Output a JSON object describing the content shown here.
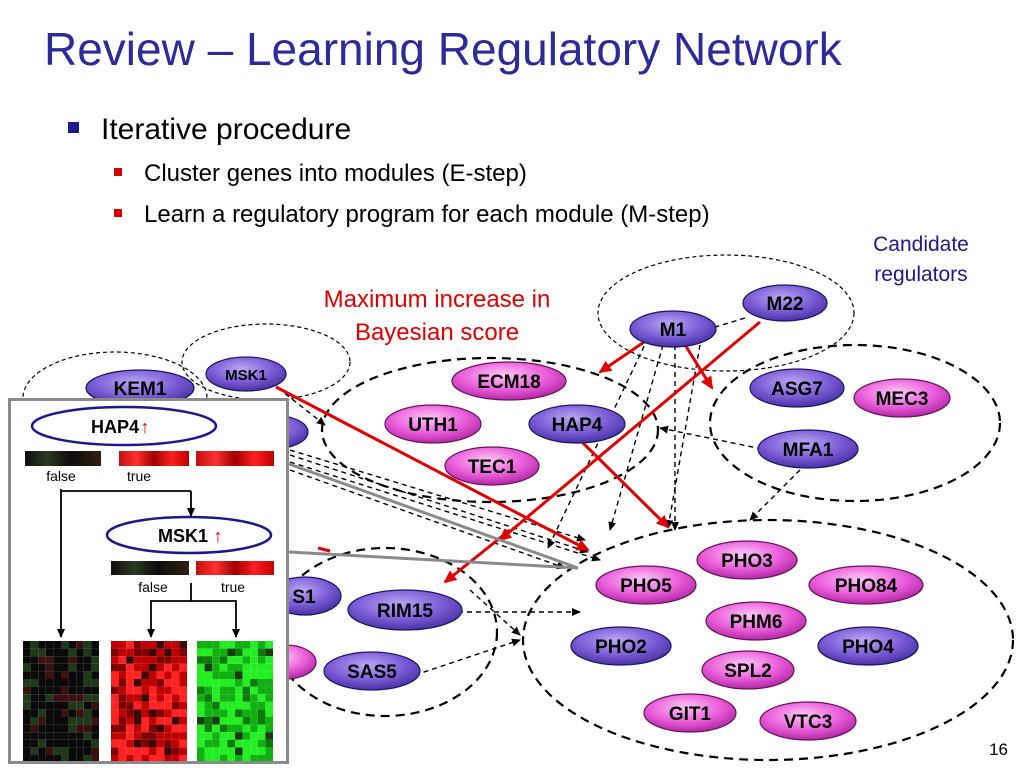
{
  "slide": {
    "title": "Review – Learning Regulatory Network",
    "bullet_main": "Iterative procedure",
    "sub_bullets": [
      "Cluster genes into modules (E-step)",
      "Learn a regulatory program for each module (M-step)"
    ],
    "candidate_label": [
      "Candidate",
      "regulators"
    ],
    "max_increase_label": [
      "Maximum increase in",
      "Bayesian score"
    ],
    "page_number": "16"
  },
  "network": {
    "regulators": {
      "m1": "M1",
      "m22": "M22",
      "msk1": "MSK1",
      "kem1": "KEM1",
      "hap4": "HAP4",
      "asg7": "ASG7",
      "mfa1": "MFA1",
      "rim15": "RIM15",
      "sas5": "SAS5",
      "pho2": "PHO2",
      "pho4": "PHO4",
      "sas1": "S1"
    },
    "module_genes": {
      "ecm18": "ECM18",
      "uth1": "UTH1",
      "tec1": "TEC1",
      "mec3": "MEC3",
      "pho3": "PHO3",
      "pho5": "PHO5",
      "pho84": "PHO84",
      "phm6": "PHM6",
      "spl2": "SPL2",
      "git1": "GIT1",
      "vtc3": "VTC3"
    }
  },
  "tree": {
    "root_label": "HAP4",
    "child_label": "MSK1",
    "up_arrow": "↑",
    "false_label": "false",
    "true_label": "true"
  },
  "colors": {
    "title": "#2b2b9a",
    "regulator_fill": "#7b5cd6",
    "gene_fill": "#e85ad8",
    "red_arrow": "#e00000",
    "inset_border": "#8a8a8a"
  }
}
